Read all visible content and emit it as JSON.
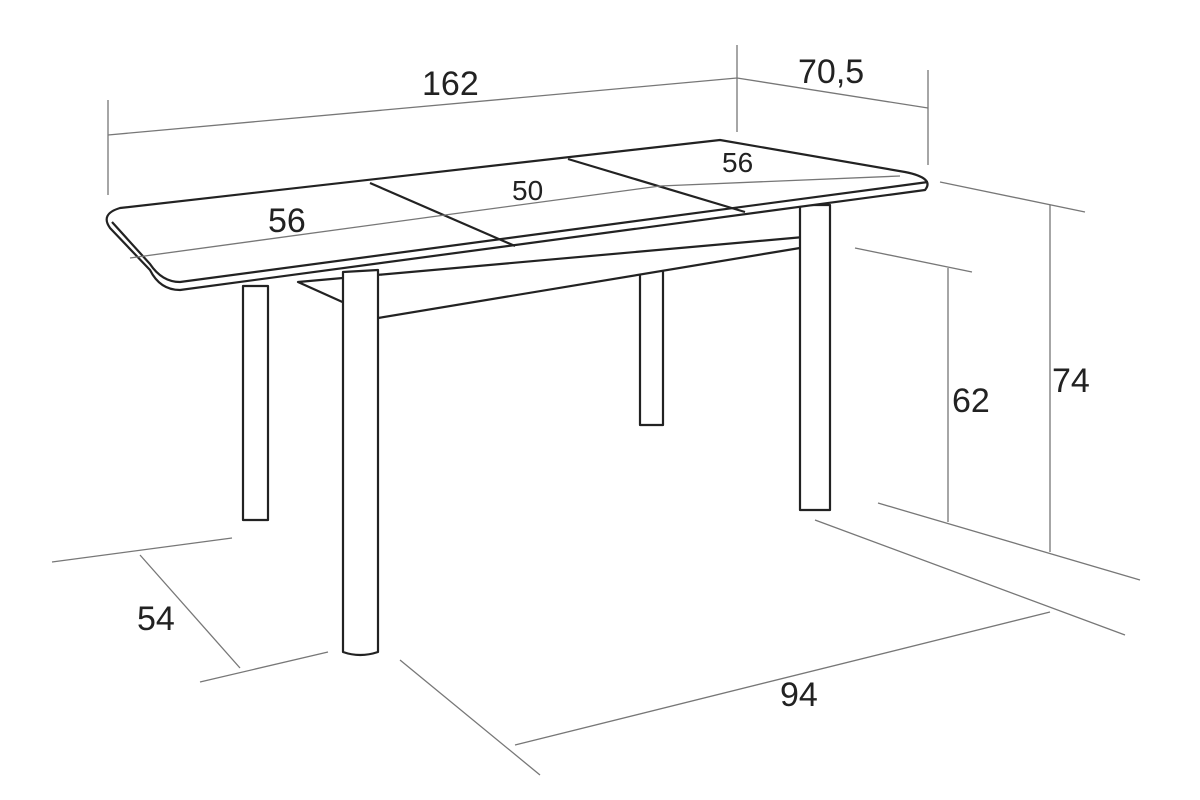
{
  "title": "Extendable table dimensions",
  "colors": {
    "line": "#222222",
    "dimension_line": "#777777"
  },
  "dimensions": {
    "total_length": "162",
    "depth": "70,5",
    "panel_left": "56",
    "panel_middle": "50",
    "panel_right": "56",
    "total_height": "74",
    "clearance_height": "62",
    "leg_span_depth": "54",
    "leg_span_length": "94"
  }
}
